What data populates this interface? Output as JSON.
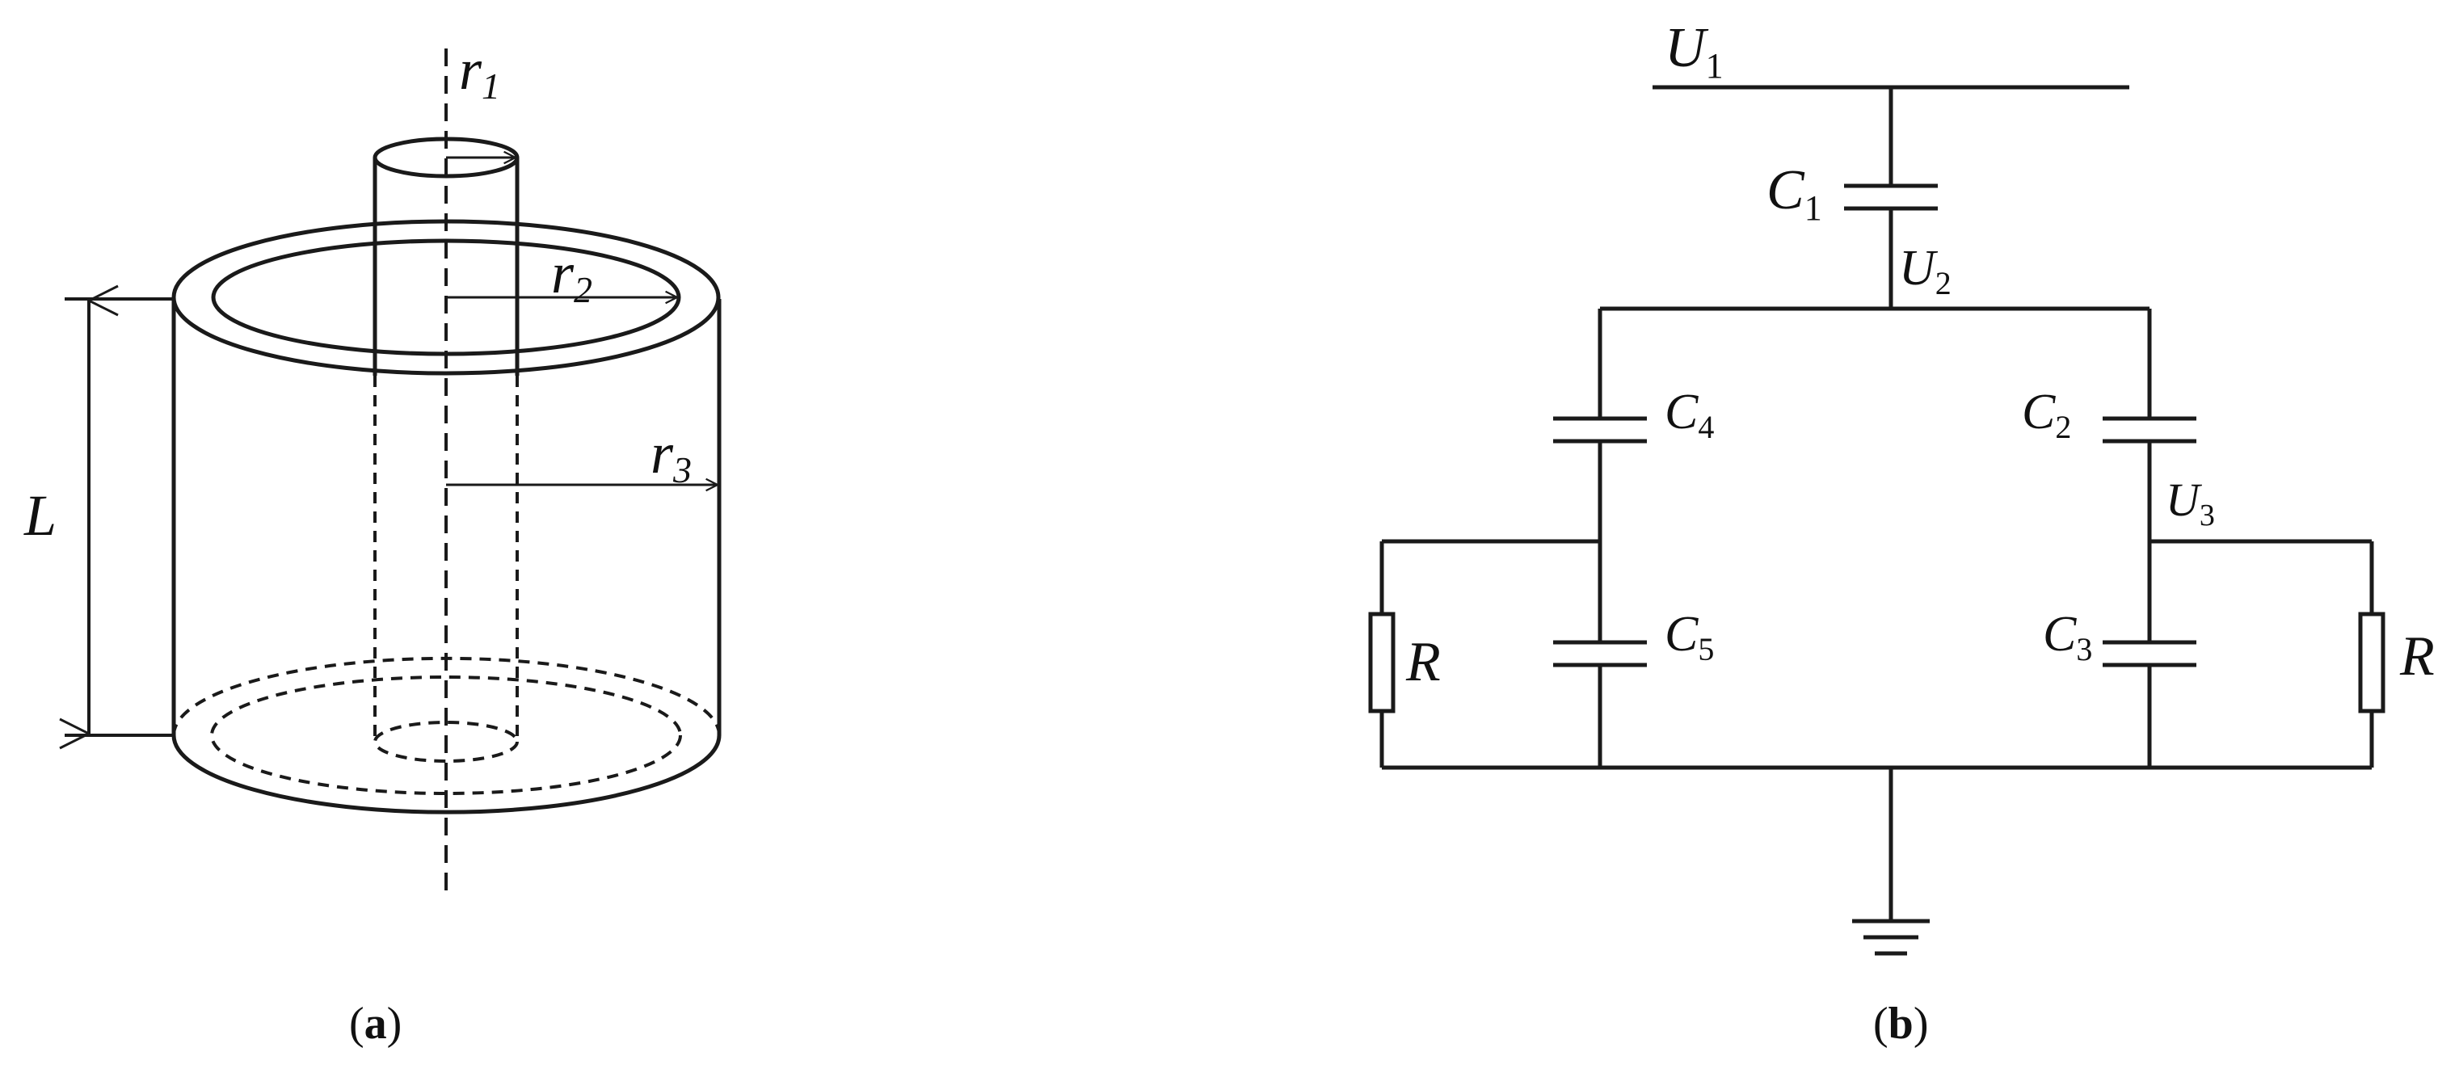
{
  "figure_a": {
    "symbols": {
      "r1": "r",
      "r1_sub": "1",
      "r2": "r",
      "r2_sub": "2",
      "r3": "r",
      "r3_sub": "3",
      "length": "L"
    },
    "caption": {
      "open": "(",
      "letter": "a",
      "close": ")"
    }
  },
  "figure_b": {
    "nodes": {
      "u1": "U",
      "u1_sub": "1",
      "u2": "U",
      "u2_sub": "2",
      "u3": "U",
      "u3_sub": "3"
    },
    "capacitors": {
      "c1": "C",
      "c1_sub": "1",
      "c2": "C",
      "c2_sub": "2",
      "c3": "C",
      "c3_sub": "3",
      "c4": "C",
      "c4_sub": "4",
      "c5": "C",
      "c5_sub": "5"
    },
    "resistors": {
      "left": "R",
      "right": "R"
    },
    "caption": {
      "open": "(",
      "letter": "b",
      "close": ")"
    }
  },
  "colors": {
    "stroke": "#1a1a1a",
    "background": "#ffffff"
  },
  "icons": [
    "ground-icon",
    "capacitor-icon",
    "resistor-icon",
    "arrow-icon"
  ]
}
